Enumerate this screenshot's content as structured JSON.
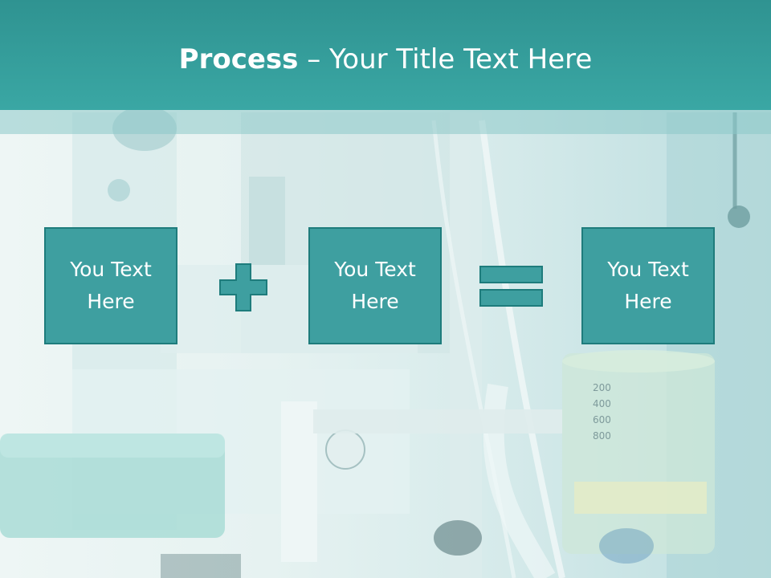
{
  "header": {
    "title_bold": "Process",
    "title_dash": " – ",
    "title_rest": "Your Title Text Here",
    "color": "#3aa7a4"
  },
  "process": {
    "items": [
      {
        "label": "You Text Here"
      },
      {
        "label": "You Text Here"
      },
      {
        "label": "You Text Here"
      }
    ],
    "operators": [
      "plus-icon",
      "equals-icon"
    ],
    "box_color": "#3e9fa0",
    "border_color": "#1e7c7c"
  },
  "background": {
    "gauge_labels": [
      "200",
      "400",
      "600",
      "800"
    ]
  }
}
